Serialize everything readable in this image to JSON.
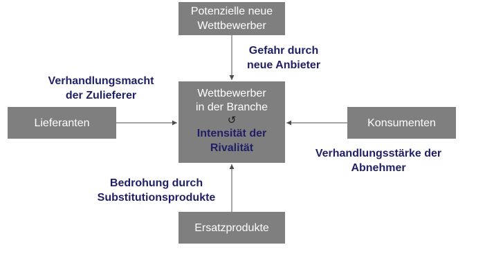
{
  "boxes": {
    "top": {
      "line1": "Potenzielle neue",
      "line2": "Wettbewerber"
    },
    "left": "Lieferanten",
    "right": "Konsumenten",
    "bottom": "Ersatzprodukte",
    "center": {
      "line1": "Wettbewerber",
      "line2": "in der Branche",
      "cycle_symbol": "↺",
      "sub1": "Intensität der",
      "sub2": "Rivalität"
    }
  },
  "labels": {
    "top": {
      "line1": "Gefahr durch",
      "line2": "neue Anbieter"
    },
    "left": {
      "line1": "Verhandlungsmacht",
      "line2": "der Zulieferer"
    },
    "right": {
      "line1": "Verhandlungsstärke der",
      "line2": "Abnehmer"
    },
    "bottom": {
      "line1": "Bedrohung durch",
      "line2": "Substitutionsprodukte"
    }
  },
  "colors": {
    "box": "#7f7f7f",
    "box_text": "#ffffff",
    "label_text": "#1f1f66",
    "arrow": "#4d4d4d"
  }
}
